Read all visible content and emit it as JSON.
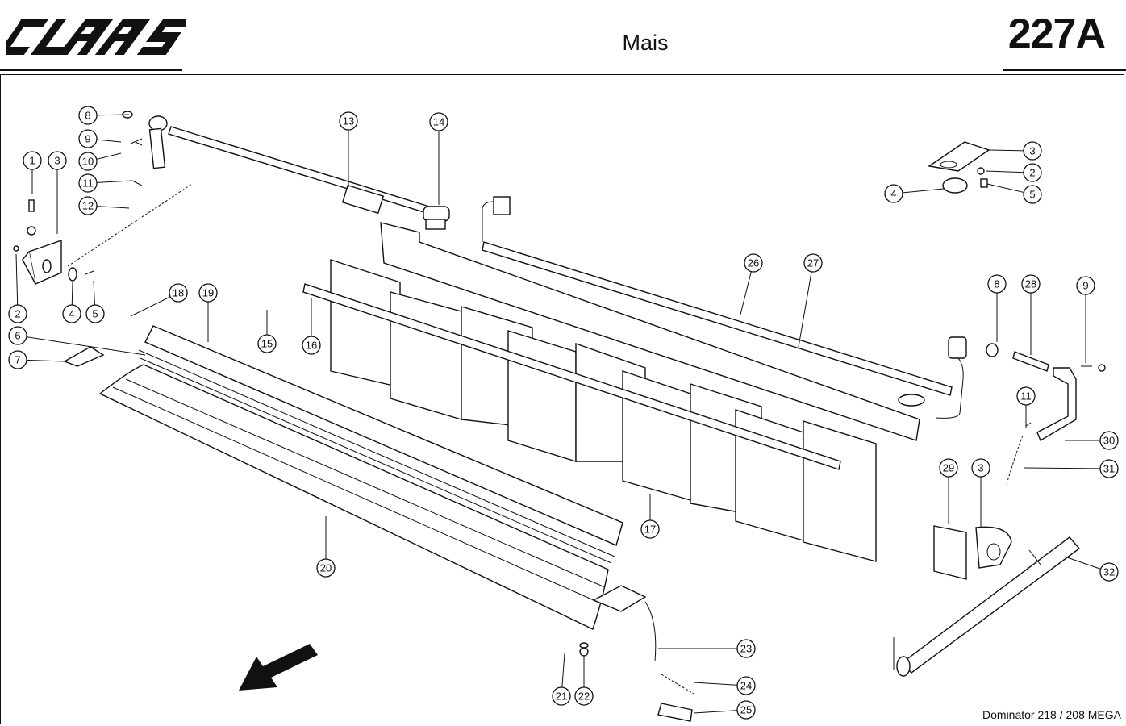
{
  "header": {
    "logo_text": "CLAAS",
    "title": "Mais",
    "page_number": "227A"
  },
  "footer": {
    "model": "Dominator 218 / 208 MEGA"
  },
  "callouts": [
    "1",
    "2",
    "3",
    "4",
    "5",
    "6",
    "7",
    "8",
    "9",
    "10",
    "11",
    "12",
    "13",
    "14",
    "15",
    "16",
    "17",
    "18",
    "19",
    "20",
    "21",
    "22",
    "23",
    "24",
    "25",
    "26",
    "27",
    "28",
    "29",
    "30",
    "31",
    "32"
  ],
  "callout_labels": [
    {
      "id": "c8l",
      "label": "8"
    },
    {
      "id": "c9l",
      "label": "9"
    },
    {
      "id": "c10l",
      "label": "10"
    },
    {
      "id": "c11l",
      "label": "11"
    },
    {
      "id": "c12l",
      "label": "12"
    },
    {
      "id": "c1",
      "label": "1"
    },
    {
      "id": "c3l",
      "label": "3"
    },
    {
      "id": "c2l",
      "label": "2"
    },
    {
      "id": "c4l",
      "label": "4"
    },
    {
      "id": "c5l",
      "label": "5"
    },
    {
      "id": "c6",
      "label": "6"
    },
    {
      "id": "c7",
      "label": "7"
    },
    {
      "id": "c13",
      "label": "13"
    },
    {
      "id": "c14",
      "label": "14"
    },
    {
      "id": "c15",
      "label": "15"
    },
    {
      "id": "c16",
      "label": "16"
    },
    {
      "id": "c18",
      "label": "18"
    },
    {
      "id": "c19",
      "label": "19"
    },
    {
      "id": "c17",
      "label": "17"
    },
    {
      "id": "c20",
      "label": "20"
    },
    {
      "id": "c21",
      "label": "21"
    },
    {
      "id": "c22",
      "label": "22"
    },
    {
      "id": "c23",
      "label": "23"
    },
    {
      "id": "c24",
      "label": "24"
    },
    {
      "id": "c25",
      "label": "25"
    },
    {
      "id": "c26",
      "label": "26"
    },
    {
      "id": "c27",
      "label": "27"
    },
    {
      "id": "c3r",
      "label": "3"
    },
    {
      "id": "c2r",
      "label": "2"
    },
    {
      "id": "c4r",
      "label": "4"
    },
    {
      "id": "c5r",
      "label": "5"
    },
    {
      "id": "c8r",
      "label": "8"
    },
    {
      "id": "c28",
      "label": "28"
    },
    {
      "id": "c9r",
      "label": "9"
    },
    {
      "id": "c11r",
      "label": "11"
    },
    {
      "id": "c30",
      "label": "30"
    },
    {
      "id": "c31",
      "label": "31"
    },
    {
      "id": "c29",
      "label": "29"
    },
    {
      "id": "c3b",
      "label": "3"
    },
    {
      "id": "c32",
      "label": "32"
    }
  ]
}
